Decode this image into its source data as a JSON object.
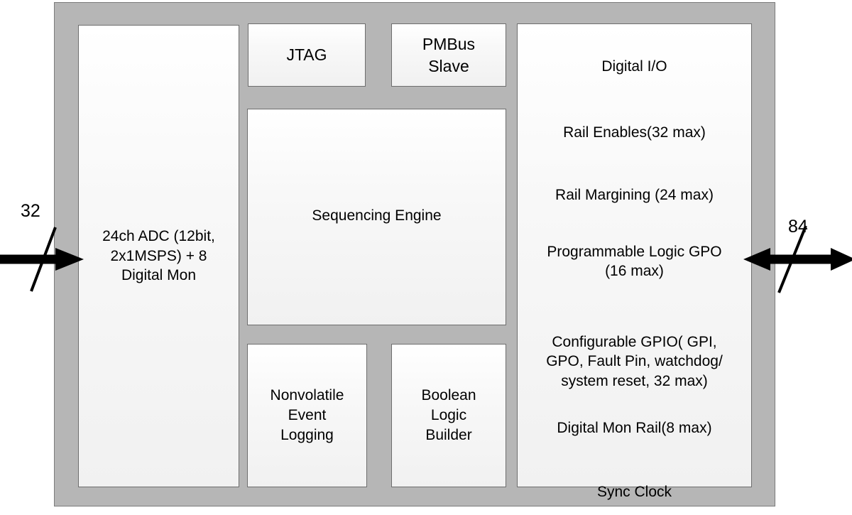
{
  "diagram": {
    "title": "Power management device functional block diagram",
    "chip": {
      "fill_color": "#b6b6b6",
      "border_color": "#7b7b7b"
    },
    "block_fill_color": "#f5f5f5",
    "block_border_color": "#6e6e6e",
    "blocks": {
      "adc": "24ch ADC  (12bit,\n2x1MSPS) + 8\nDigital Mon",
      "jtag": "JTAG",
      "pmbus": "PMBus\nSlave",
      "sequencing_engine": "Sequencing Engine",
      "nonvolatile_event_logging": "Nonvolatile\nEvent\nLogging",
      "boolean_logic_builder": "Boolean\nLogic\nBuilder"
    },
    "digital_io": {
      "lines": [
        "Digital I/O",
        "Rail Enables(32 max)",
        "Rail Margining (24 max)",
        "Programmable Logic  GPO\n(16 max)",
        "Configurable GPIO( GPI,\nGPO, Fault Pin, watchdog/\nsystem reset,  32 max)",
        "Digital Mon Rail(8 max)",
        "Sync Clock"
      ]
    },
    "buses": {
      "input": {
        "label": "32",
        "direction": "right",
        "icon": "bus-arrow-right-icon"
      },
      "output": {
        "label": "84",
        "direction": "bidirectional",
        "icon": "bus-arrow-bidirectional-icon"
      }
    }
  }
}
